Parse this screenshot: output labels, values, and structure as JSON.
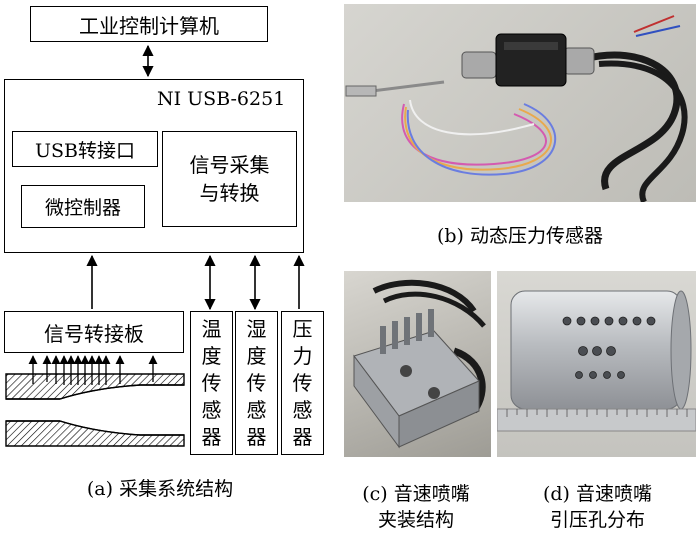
{
  "diagram": {
    "computer_label": "工业控制计算机",
    "daq_label": "NI USB-6251",
    "usb_label": "USB转接口",
    "mcu_label": "微控制器",
    "signal_block_line1": "信号采集",
    "signal_block_line2": "与转换",
    "adapter_board_label": "信号转接板",
    "sensor_temp": [
      "温",
      "度",
      "传",
      "感",
      "器"
    ],
    "sensor_humid": [
      "湿",
      "度",
      "传",
      "感",
      "器"
    ],
    "sensor_press": [
      "压",
      "力",
      "传",
      "感",
      "器"
    ],
    "caption_a": "(a) 采集系统结构"
  },
  "photos": {
    "caption_b": "(b) 动态压力传感器",
    "caption_c_line1": "(c) 音速喷嘴",
    "caption_c_line2": "夹装结构",
    "caption_d_line1": "(d) 音速喷嘴",
    "caption_d_line2": "引压孔分布"
  },
  "colors": {
    "cable_black": "#1a1a1a",
    "metal_silver": "#b9bcc0",
    "background_grey": "#c9c8c3"
  }
}
